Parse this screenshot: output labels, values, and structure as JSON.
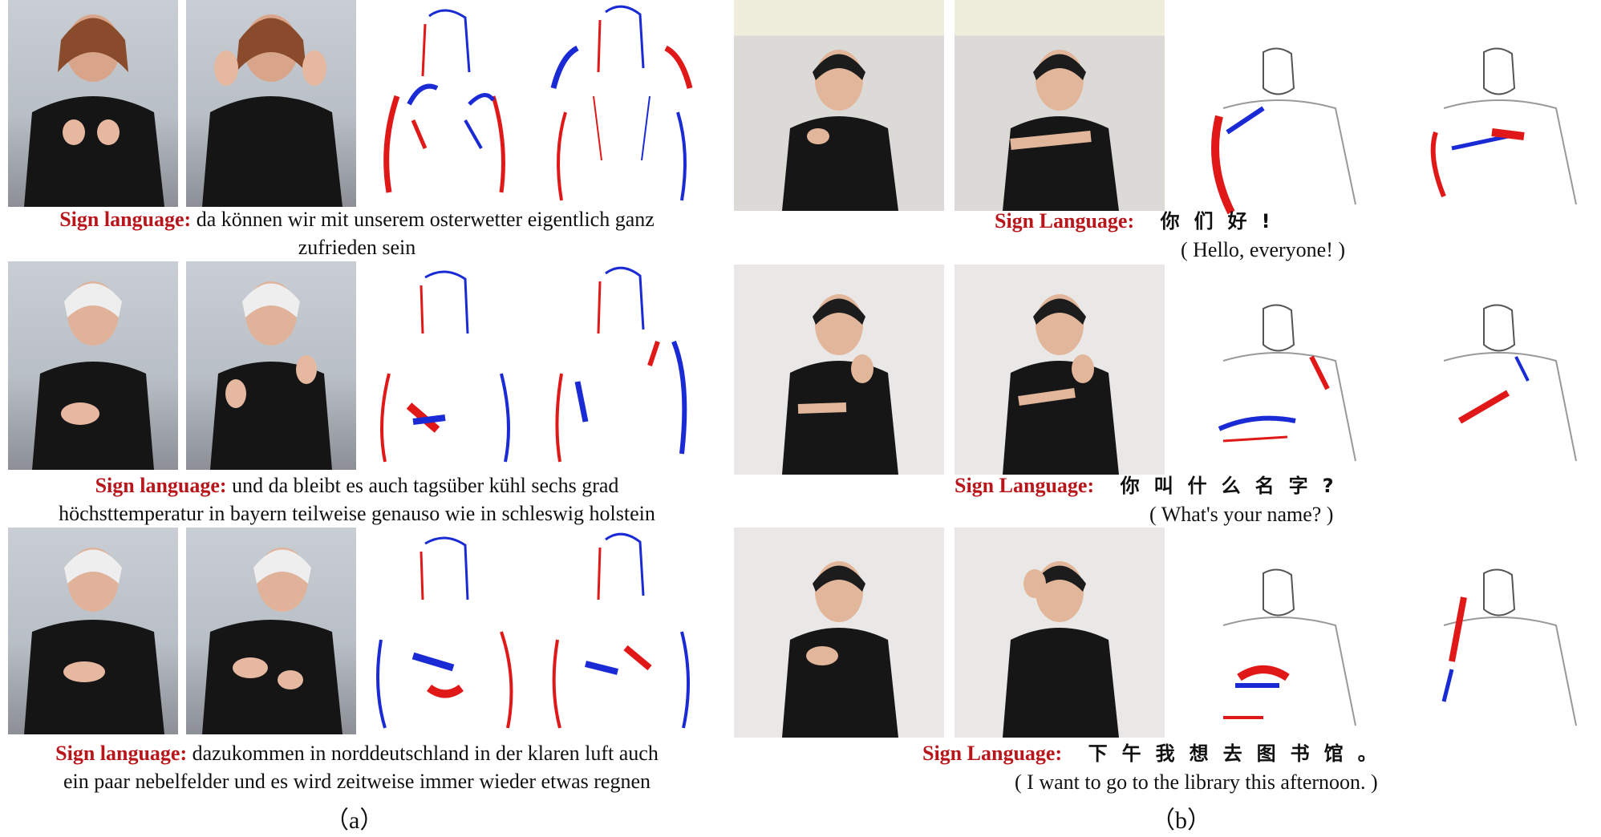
{
  "panel_a": {
    "rows": [
      {
        "label": "Sign language:",
        "line1": "da können wir mit unserem osterwetter eigentlich ganz",
        "line2": "zufrieden sein"
      },
      {
        "label": "Sign language:",
        "line1": "und da bleibt es auch tagsüber kühl sechs grad",
        "line2": "höchsttemperatur in bayern teilweise genauso wie in schleswig holstein"
      },
      {
        "label": "Sign language:",
        "line1": "dazukommen in norddeutschland in der klaren luft auch",
        "line2": "ein paar nebelfelder und es wird zeitweise immer wieder etwas regnen"
      }
    ],
    "sublabel": "（a）"
  },
  "panel_b": {
    "rows": [
      {
        "label": "Sign Language:",
        "chinese": "你们好!",
        "translation": "( Hello, everyone! )"
      },
      {
        "label": "Sign Language:",
        "chinese": "你叫什么名字?",
        "translation": "( What's your name? )"
      },
      {
        "label": "Sign Language:",
        "chinese": "下午我想去图书馆。",
        "translation": "( I want to go to the library this afternoon. )"
      }
    ],
    "sublabel": "（b）"
  },
  "colors": {
    "label_red": "#b8161b",
    "event_red": "#e01818",
    "event_blue": "#1a2bd6"
  }
}
